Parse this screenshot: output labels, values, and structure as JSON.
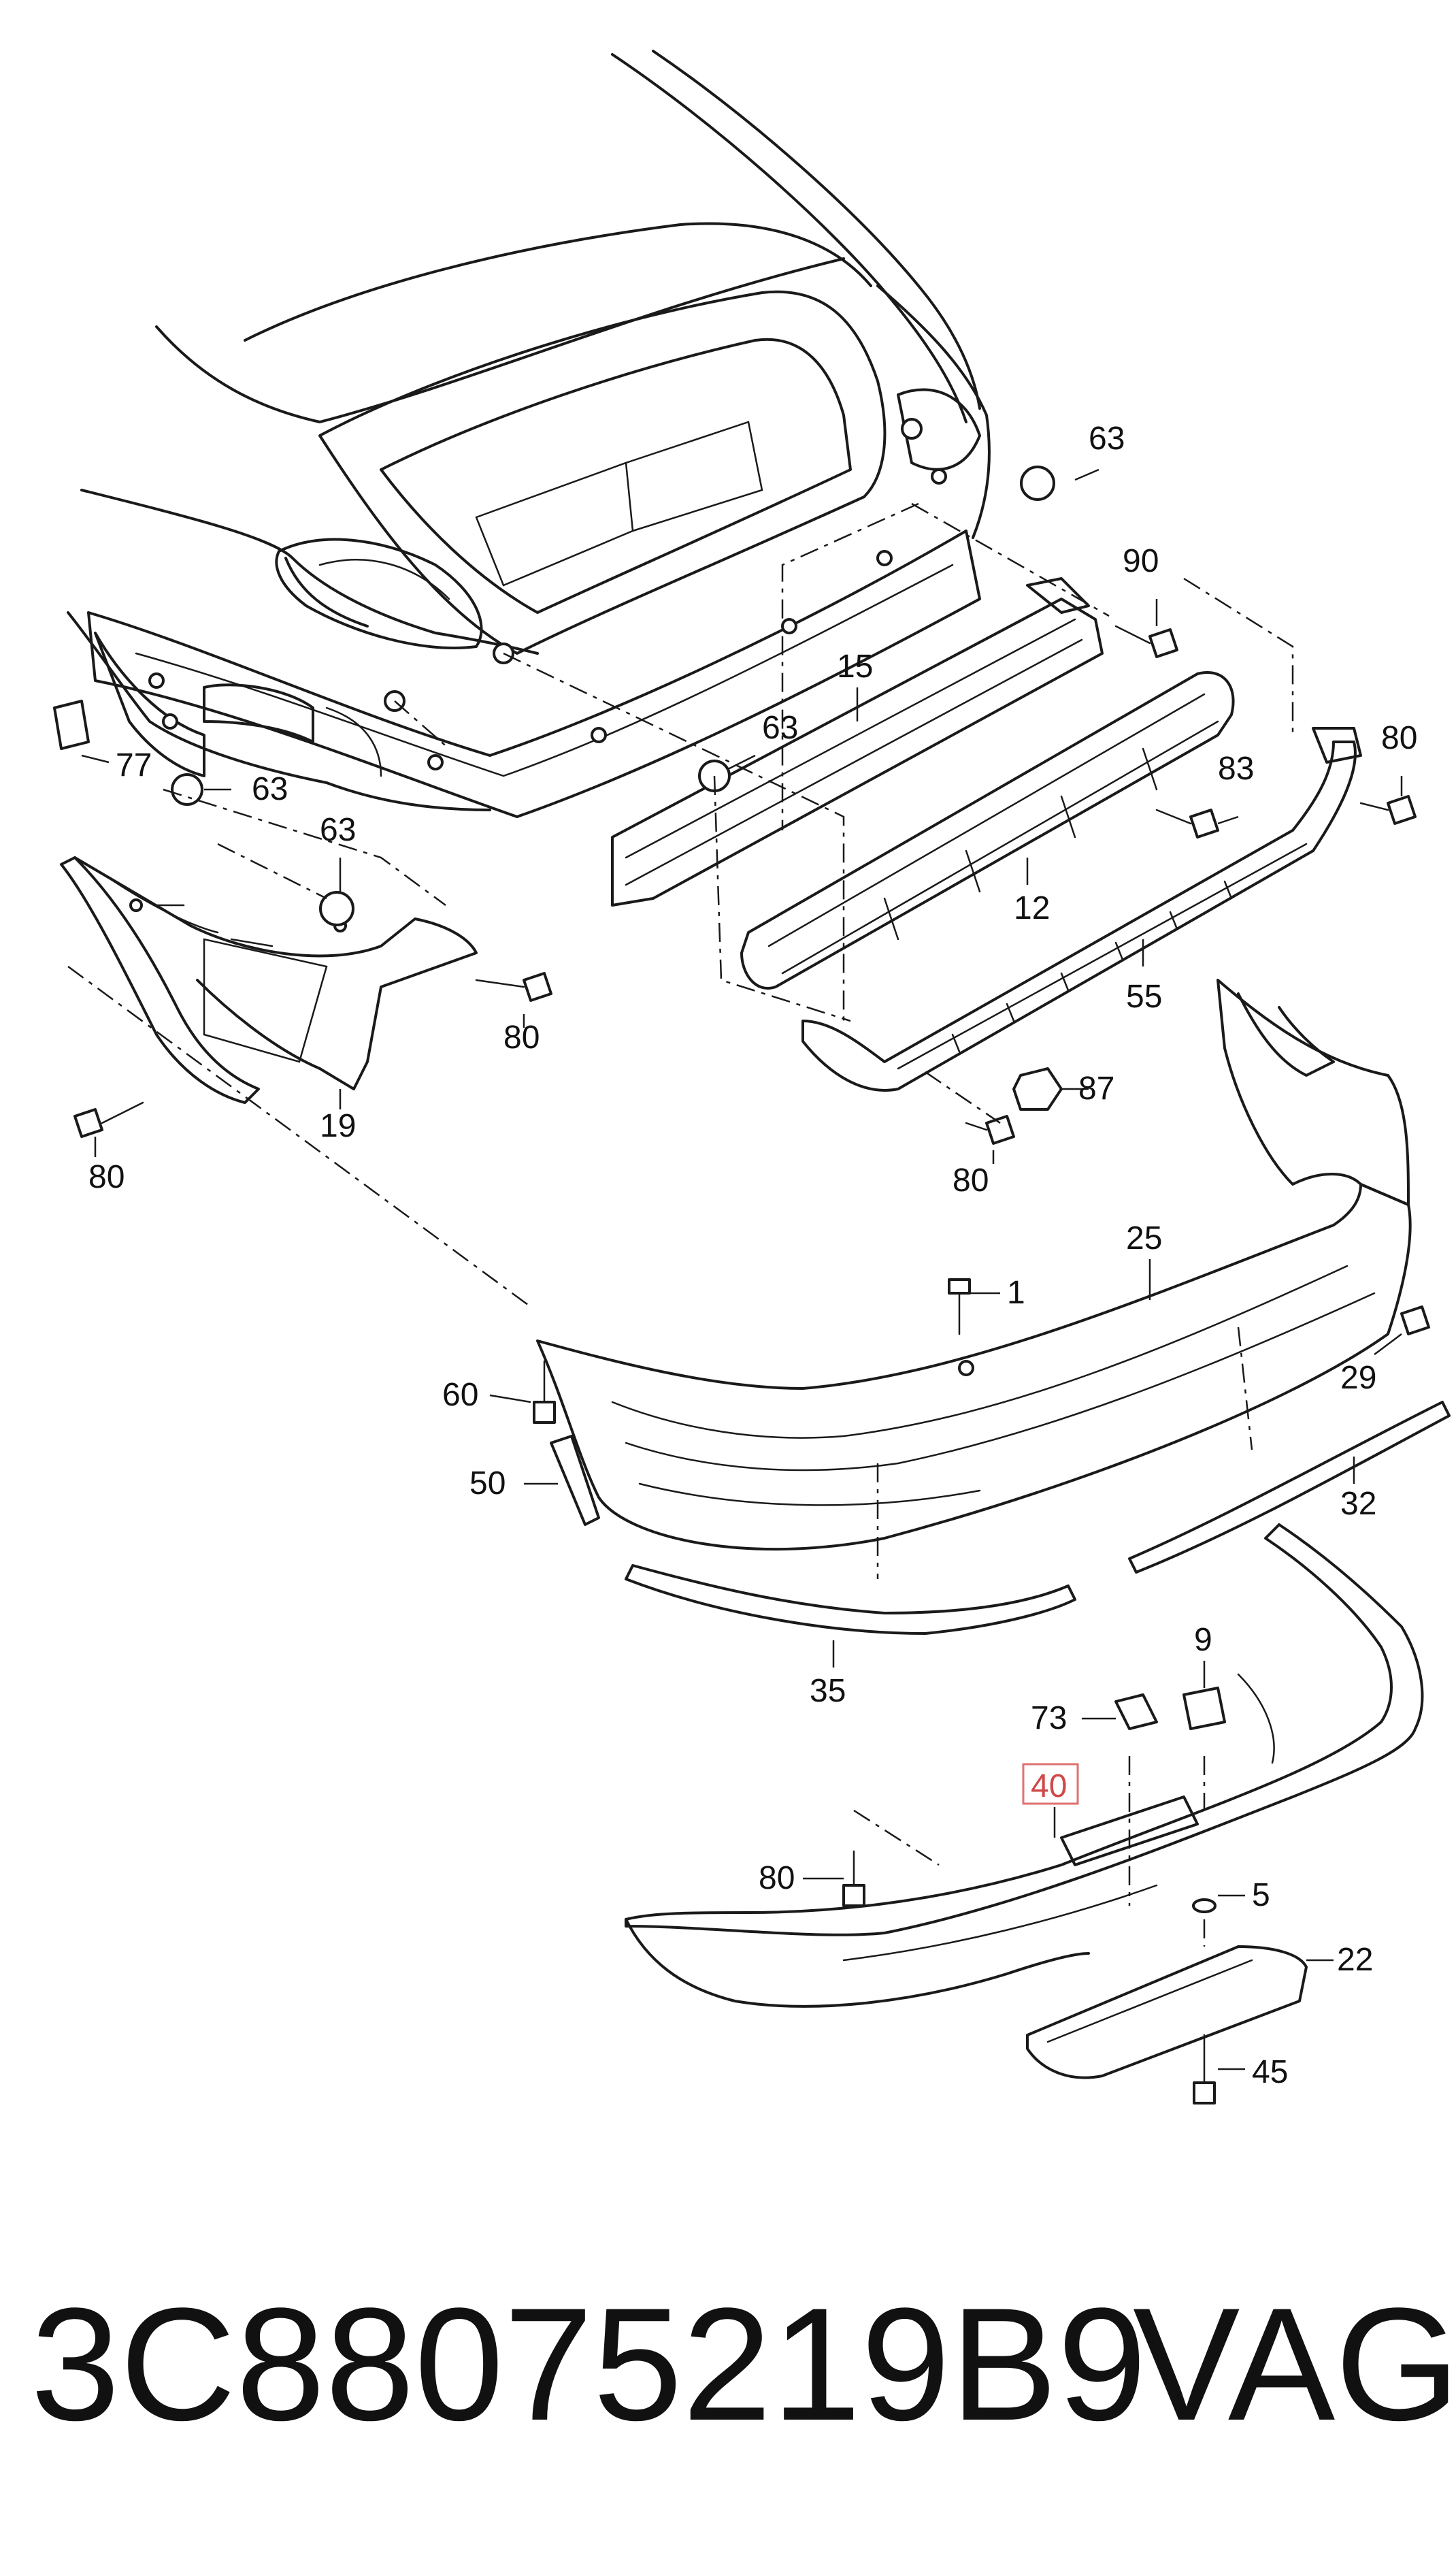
{
  "diagram": {
    "parts": [
      {
        "id": "p63a",
        "label": "63"
      },
      {
        "id": "p90",
        "label": "90"
      },
      {
        "id": "p15",
        "label": "15"
      },
      {
        "id": "p63b",
        "label": "63"
      },
      {
        "id": "p80a",
        "label": "80"
      },
      {
        "id": "p83",
        "label": "83"
      },
      {
        "id": "p77",
        "label": "77"
      },
      {
        "id": "p63c",
        "label": "63"
      },
      {
        "id": "p63d",
        "label": "63"
      },
      {
        "id": "p12",
        "label": "12"
      },
      {
        "id": "p55",
        "label": "55"
      },
      {
        "id": "p80b",
        "label": "80"
      },
      {
        "id": "p87",
        "label": "87"
      },
      {
        "id": "p19",
        "label": "19"
      },
      {
        "id": "p80c",
        "label": "80"
      },
      {
        "id": "p80d",
        "label": "80"
      },
      {
        "id": "p25",
        "label": "25"
      },
      {
        "id": "p1",
        "label": "1"
      },
      {
        "id": "p29",
        "label": "29"
      },
      {
        "id": "p60",
        "label": "60"
      },
      {
        "id": "p32",
        "label": "32"
      },
      {
        "id": "p50",
        "label": "50"
      },
      {
        "id": "p35",
        "label": "35"
      },
      {
        "id": "p9",
        "label": "9"
      },
      {
        "id": "p73",
        "label": "73"
      },
      {
        "id": "p40",
        "label": "40",
        "highlighted": true
      },
      {
        "id": "p80e",
        "label": "80"
      },
      {
        "id": "p5",
        "label": "5"
      },
      {
        "id": "p22",
        "label": "22"
      },
      {
        "id": "p45",
        "label": "45"
      }
    ],
    "highlight_color": "#e07070"
  },
  "footer": {
    "part_number": "3C88075219B9",
    "brand": "VAG"
  }
}
